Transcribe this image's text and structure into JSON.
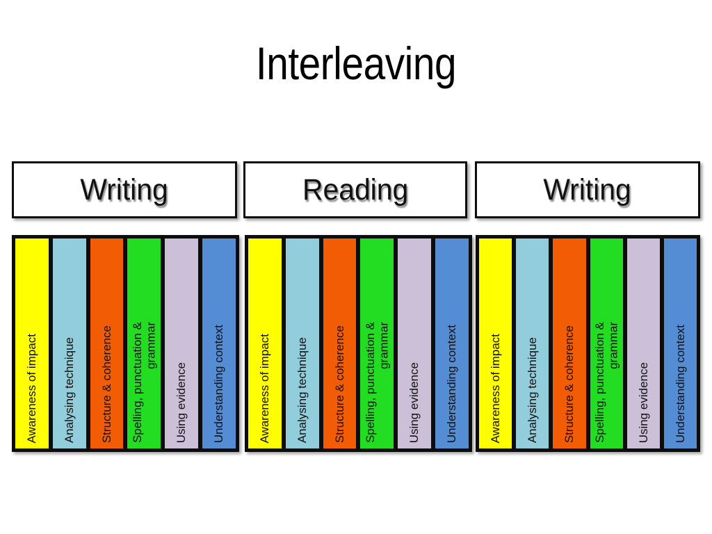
{
  "slide": {
    "title": "Interleaving",
    "background_color": "#ffffff"
  },
  "headers": [
    {
      "label": "Writing"
    },
    {
      "label": "Reading"
    },
    {
      "label": "Writing"
    }
  ],
  "columns": [
    {
      "label": "Awareness of impact",
      "label_line2": "",
      "color": "#ffff00"
    },
    {
      "label": "Analysing technique",
      "label_line2": "",
      "color": "#92cddc"
    },
    {
      "label": "Structure & coherence",
      "label_line2": "",
      "color": "#f25c05"
    },
    {
      "label": "Spelling, punctuation &",
      "label_line2": "grammar",
      "color": "#22dd22"
    },
    {
      "label": "Using evidence",
      "label_line2": "",
      "color": "#ccc0d9"
    },
    {
      "label": "Understanding context",
      "label_line2": "",
      "color": "#548dd4"
    }
  ],
  "groups": [
    {
      "name": "Writing"
    },
    {
      "name": "Reading"
    },
    {
      "name": "Writing"
    }
  ]
}
